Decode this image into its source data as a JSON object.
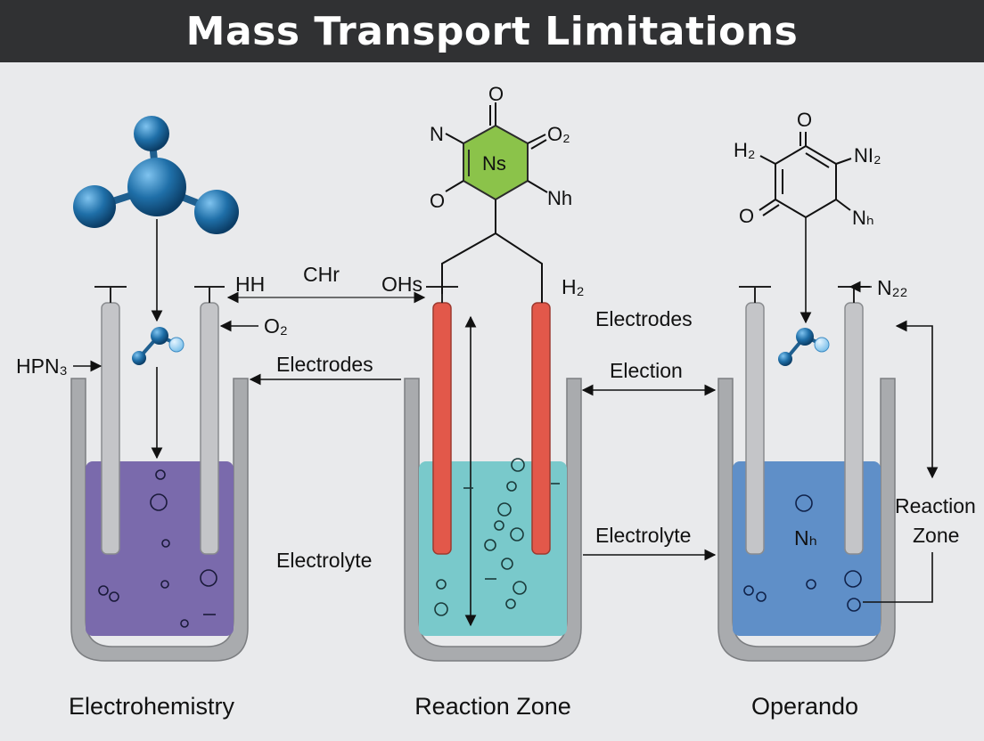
{
  "title": "Mass Transport Limitations",
  "captions": {
    "left": "Electrohemistry",
    "middle": "Reaction Zone",
    "right": "Operando"
  },
  "labels": {
    "hh": "HH",
    "chr": "CHr",
    "ohs": "OHs",
    "h2_top": "H₂",
    "o2_left": "O₂",
    "hpn3": "HPN₃",
    "electrodes_left": "Electrodes",
    "electrodes_right": "Electrodes",
    "election": "Election",
    "electrolyte_left": "Electrolyte",
    "electrolyte_right": "Electrolyte",
    "n22": "N₂₂",
    "reaction_zone_side_1": "Reaction",
    "reaction_zone_side_2": "Zone",
    "nh_right": "Nₕ"
  },
  "molecule_middle": {
    "center": "Ns",
    "o_top": "O",
    "n_left": "N",
    "o2": "O₂",
    "o_left": "O",
    "nh": "Nh"
  },
  "molecule_right": {
    "o_top": "O",
    "h2": "H₂",
    "ni2": "NI₂",
    "o_left": "O",
    "nh": "Nₕ"
  },
  "colors": {
    "title_bg": "#303133",
    "background": "#e9eaec",
    "beaker_gray": "#a9abae",
    "electrolyte_purple": "#7a6aac",
    "electrolyte_cyan": "#79c9cb",
    "electrolyte_blue": "#5f8fc8",
    "electrode_red": "#e2584a",
    "hexagon_green": "#8bc34a",
    "sphere_blue": "#1f6fa8"
  }
}
